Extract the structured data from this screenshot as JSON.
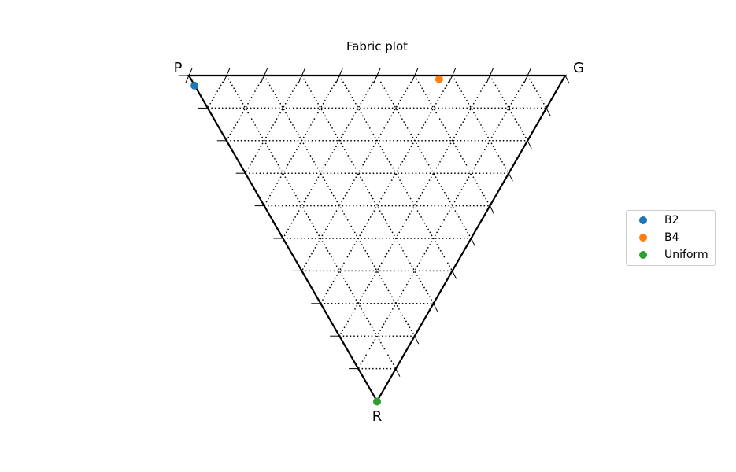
{
  "chart_data": {
    "type": "scatter",
    "subtype": "ternary",
    "title": "Fabric plot",
    "vertices": [
      "P",
      "G",
      "R"
    ],
    "grid": true,
    "grid_divisions": 10,
    "legend_position": "right",
    "series": [
      {
        "name": "B2",
        "color": "#1f77b4",
        "values": {
          "P": 0.97,
          "G": 0.0,
          "R": 0.03
        }
      },
      {
        "name": "B4",
        "color": "#ff7f0e",
        "values": {
          "P": 0.33,
          "G": 0.66,
          "R": 0.01
        }
      },
      {
        "name": "Uniform",
        "color": "#2ca02c",
        "values": {
          "P": 0.0,
          "G": 0.0,
          "R": 1.0
        }
      }
    ]
  }
}
